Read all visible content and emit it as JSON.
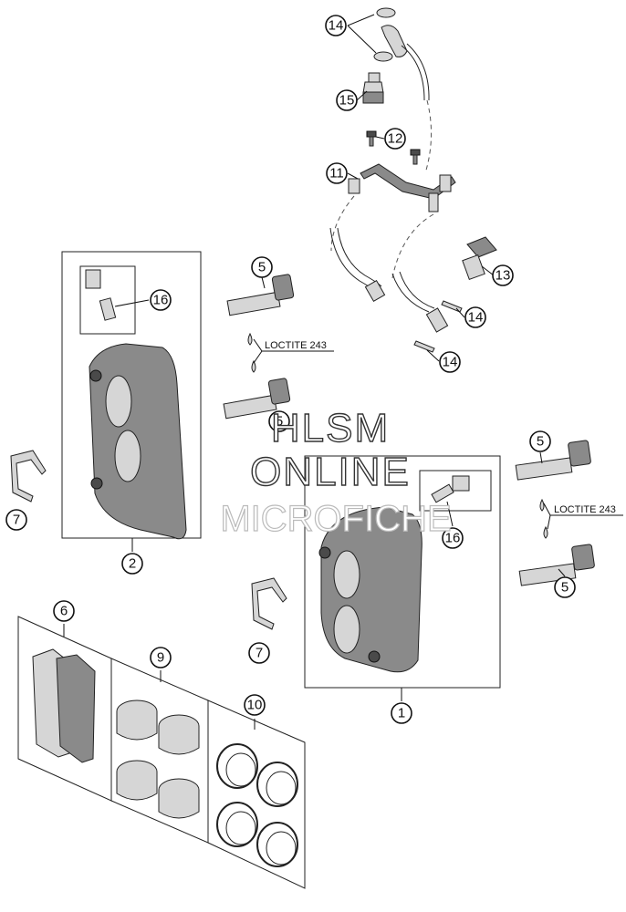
{
  "callouts": {
    "c14a": "14",
    "c15": "15",
    "c12": "12",
    "c11": "11",
    "c13": "13",
    "c14b": "14",
    "c14c": "14",
    "c5a": "5",
    "c5b": "5",
    "c16a": "16",
    "c2": "2",
    "c7a": "7",
    "c5c": "5",
    "c5d": "5",
    "c16b": "16",
    "c1": "1",
    "c7b": "7",
    "c6": "6",
    "c9": "9",
    "c10": "10"
  },
  "notes": {
    "loctite_left": "LOCTITE 243",
    "loctite_right": "LOCTITE 243"
  },
  "watermark": {
    "line1": "HLSM",
    "line2": "ONLINE",
    "line3": "MICROFICHE"
  }
}
